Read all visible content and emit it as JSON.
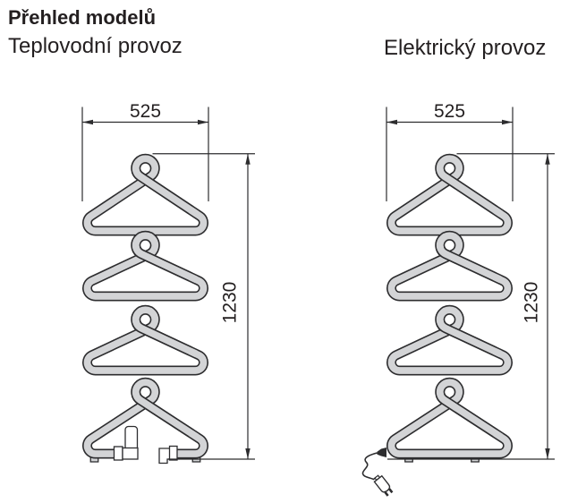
{
  "title": "Přehled modelů",
  "diagrams": [
    {
      "type": "hotwater",
      "label": "Teplovodní provoz",
      "width_label": "525",
      "height_label": "1230"
    },
    {
      "type": "electric",
      "label": "Elektrický provoz",
      "width_label": "525",
      "height_label": "1230"
    }
  ],
  "colors": {
    "background": "#ffffff",
    "tube_fill": "#d3d4d6",
    "line": "#2d2d2f",
    "text": "#231f20"
  }
}
